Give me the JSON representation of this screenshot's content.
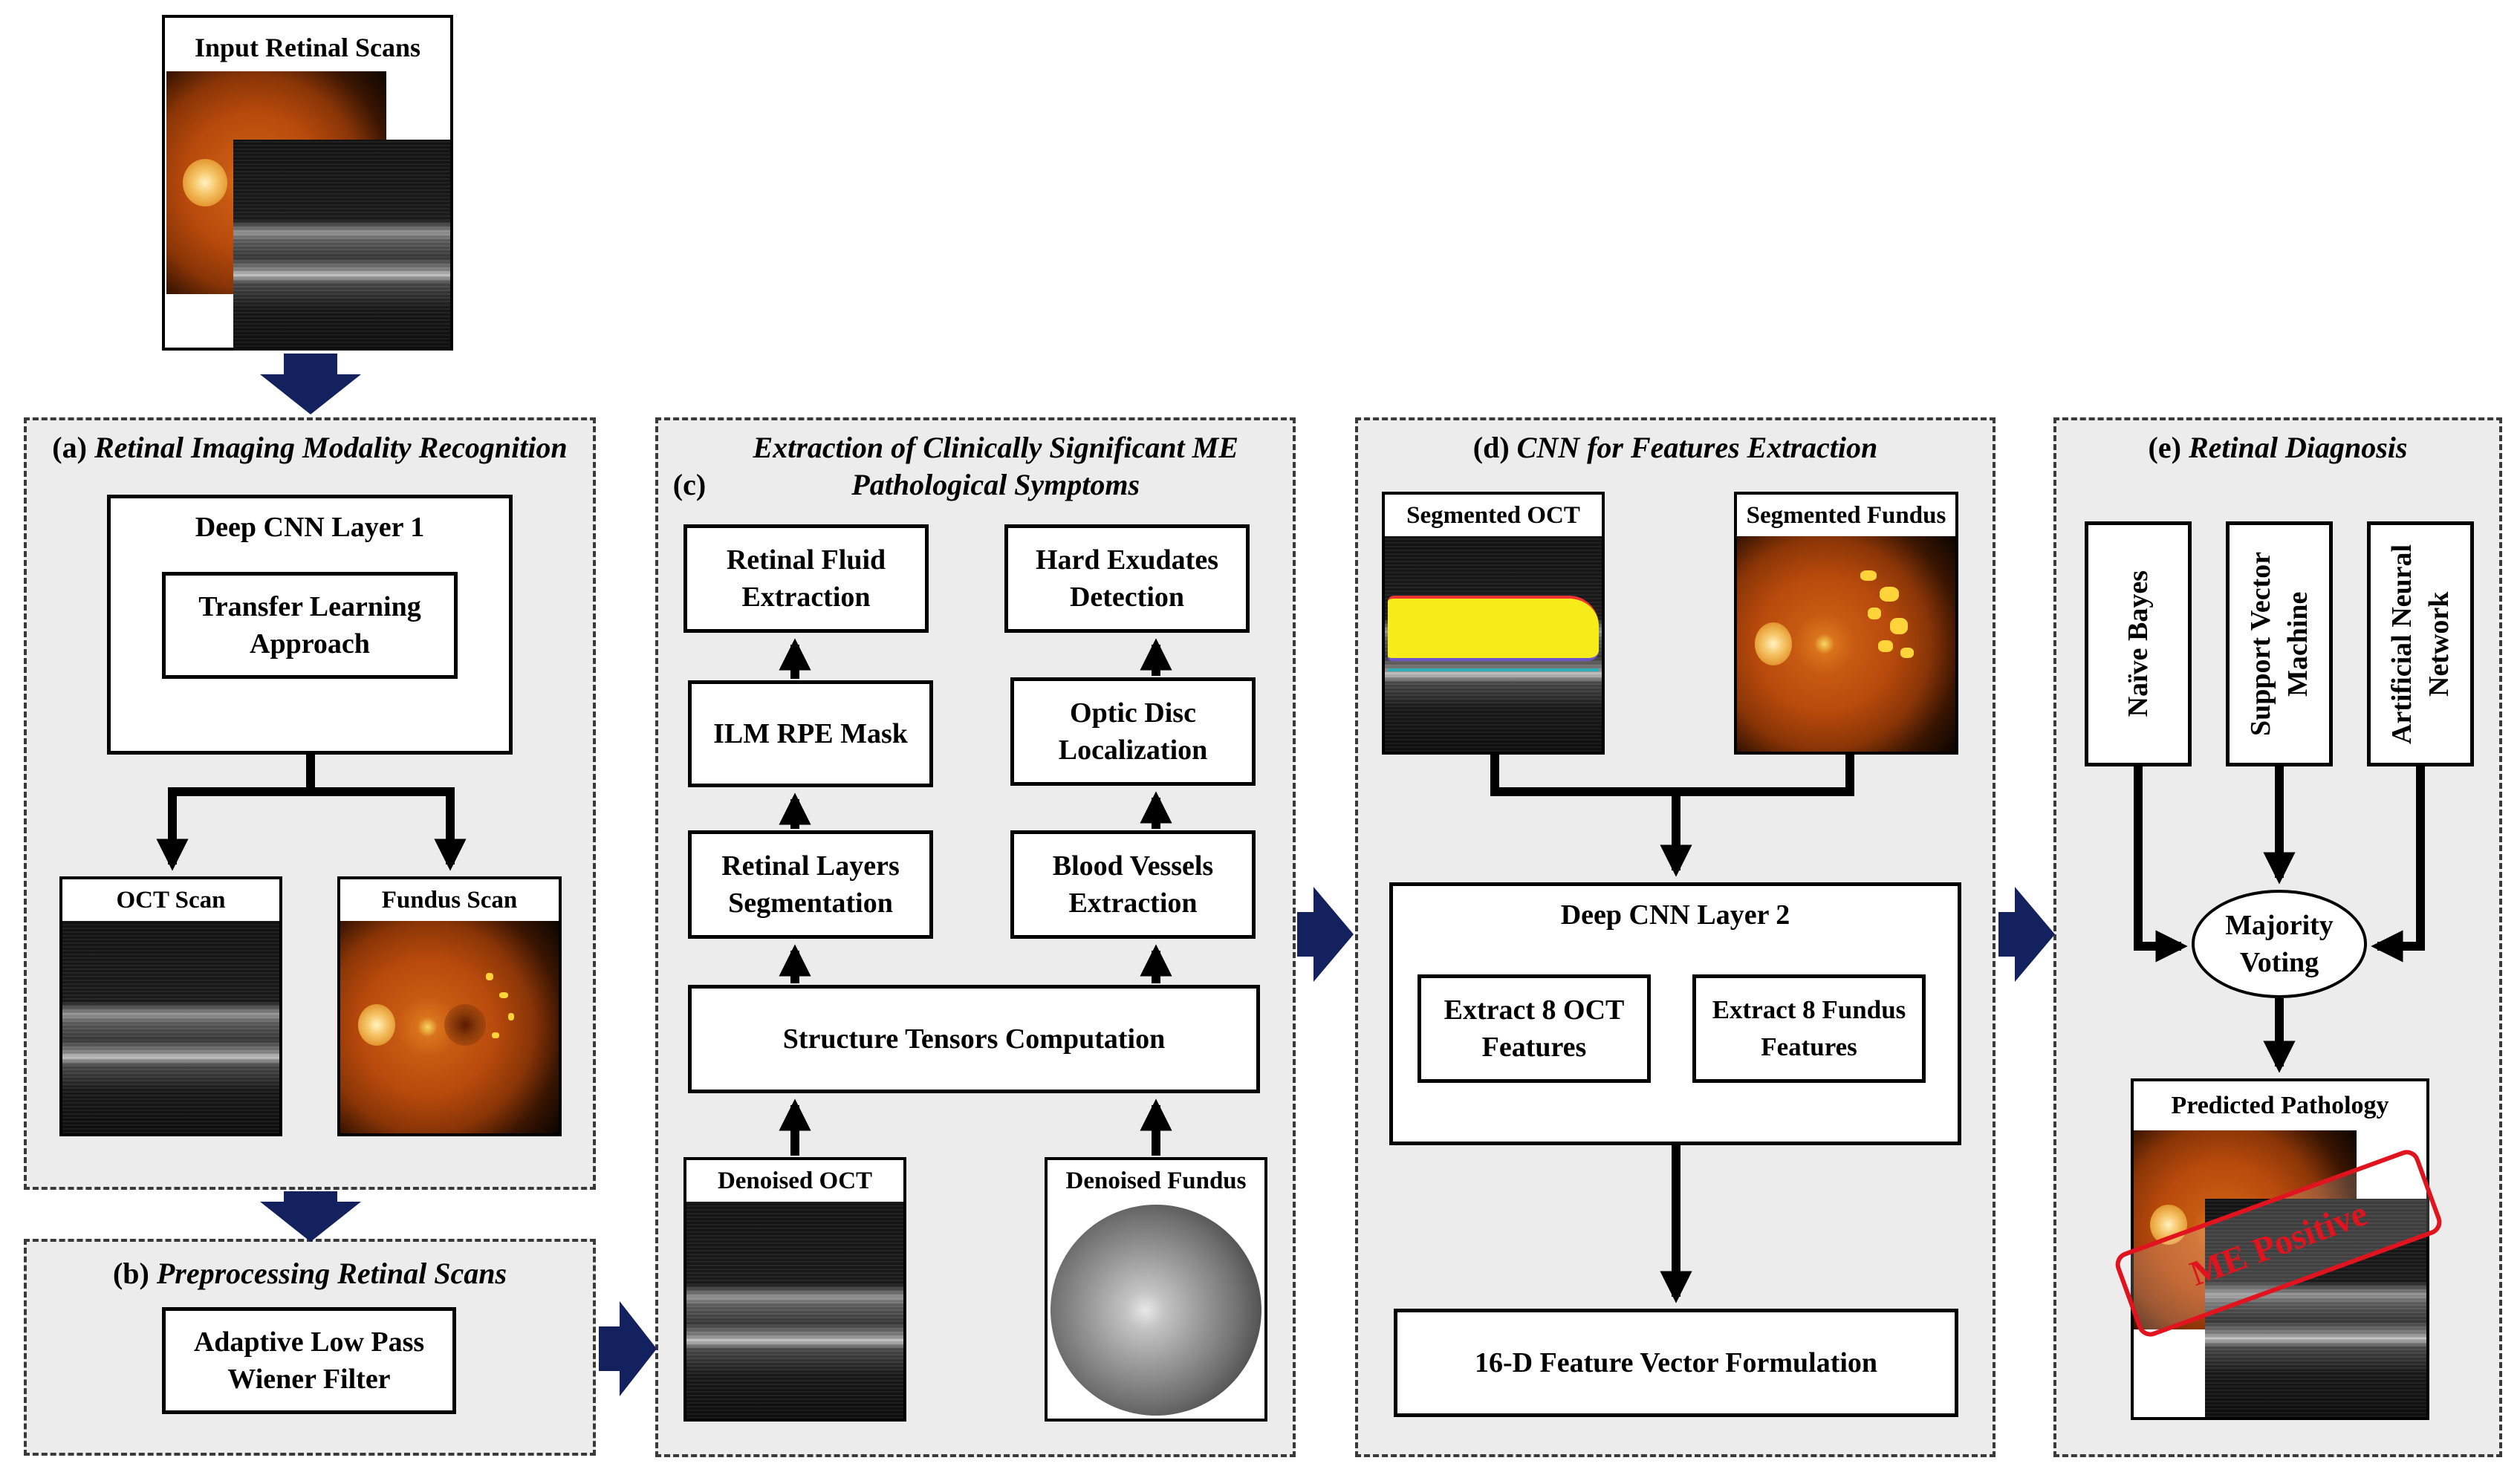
{
  "input": {
    "title": "Input Retinal Scans"
  },
  "panel_a": {
    "letter": "(a)",
    "title": "Retinal Imaging Modality Recognition",
    "layer": "Deep CNN Layer 1",
    "method": "Transfer Learning Approach",
    "oct": "OCT Scan",
    "fundus": "Fundus Scan"
  },
  "panel_b": {
    "letter": "(b)",
    "title": "Preprocessing Retinal Scans",
    "filter": "Adaptive Low Pass Wiener Filter"
  },
  "panel_c": {
    "letter": "(c)",
    "title": "Extraction of Clinically Significant ME Pathological Symptoms",
    "fluid": "Retinal Fluid Extraction",
    "mask": "ILM RPE Mask",
    "layers": "Retinal Layers Segmentation",
    "exudates": "Hard Exudates Detection",
    "disc": "Optic Disc Localization",
    "vessels": "Blood Vessels Extraction",
    "tensors": "Structure Tensors Computation",
    "den_oct": "Denoised OCT",
    "den_fundus": "Denoised Fundus"
  },
  "panel_d": {
    "letter": "(d)",
    "title": "CNN for Features Extraction",
    "seg_oct": "Segmented OCT",
    "seg_fundus": "Segmented Fundus",
    "layer": "Deep CNN Layer 2",
    "oct_feat": "Extract 8 OCT Features",
    "fundus_feat": "Extract 8 Fundus Features",
    "vector": "16-D Feature Vector Formulation"
  },
  "panel_e": {
    "letter": "(e)",
    "title": "Retinal Diagnosis",
    "nb": "Naïve Bayes",
    "svm": "Support Vector Machine",
    "ann": "Artificial Neural Network",
    "voting": "Majority Voting",
    "pred": "Predicted Pathology",
    "stamp": "ME Positive"
  },
  "colors": {
    "arrow_navy": "#13225e",
    "stamp_red": "#e0141e",
    "panel_bg": "#ececec"
  }
}
